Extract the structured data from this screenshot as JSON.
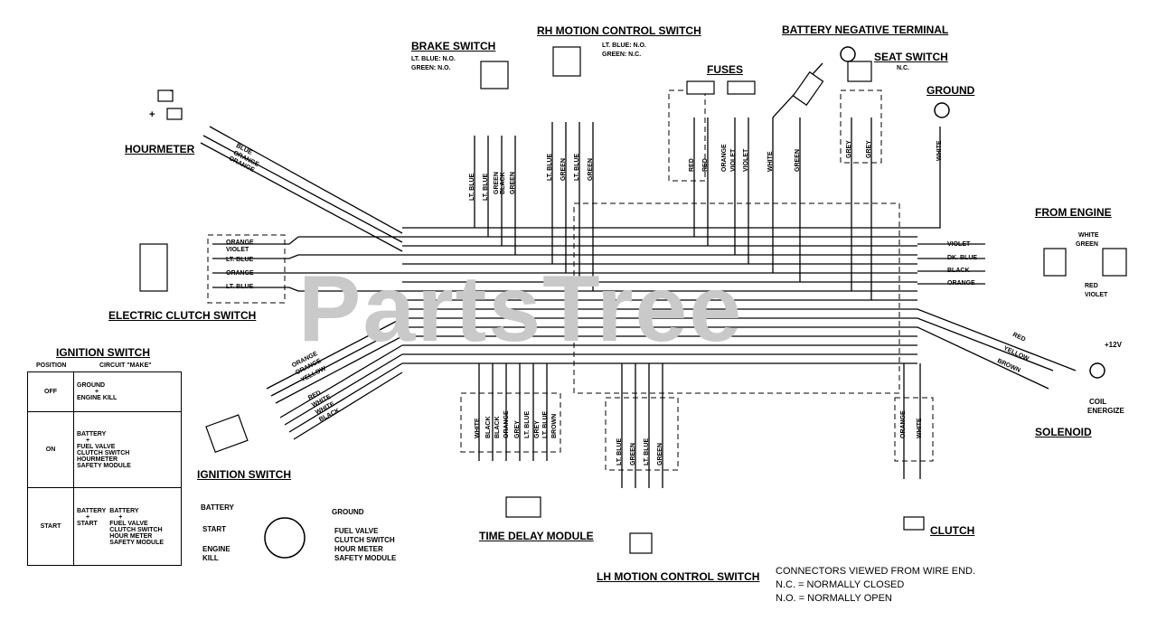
{
  "watermark": "PartsTree",
  "titles": {
    "brake_switch": "BRAKE SWITCH",
    "rh_motion_control_switch": "RH MOTION CONTROL SWITCH",
    "battery_negative_terminal": "BATTERY NEGATIVE TERMINAL",
    "fuses": "FUSES",
    "seat_switch": "SEAT SWITCH",
    "ground": "GROUND",
    "hourmeter": "HOURMETER",
    "from_engine": "FROM ENGINE",
    "electric_clutch_switch": "ELECTRIC CLUTCH SWITCH",
    "ignition_switch_table": "IGNITION SWITCH",
    "ignition_switch": "IGNITION SWITCH",
    "solenoid": "SOLENOID",
    "time_delay_module": "TIME DELAY MODULE",
    "clutch": "CLUTCH",
    "lh_motion_control_switch": "LH MOTION CONTROL SWITCH"
  },
  "brake_switch_notes": [
    "LT. BLUE: N.O.",
    "GREEN: N.O."
  ],
  "rh_switch_notes": [
    "LT. BLUE: N.O.",
    "GREEN: N.C."
  ],
  "seat_switch_note": "N.C.",
  "hourmeter_signs": [
    "-",
    "+"
  ],
  "hourmeter_wires": [
    "BLUE",
    "ORANGE",
    "ORANGE"
  ],
  "brake_wires": [
    "LT. BLUE",
    "LT. BLUE",
    "GREEN",
    "BLACK",
    "GREEN"
  ],
  "rh_wires": [
    "LT. BLUE",
    "GREEN",
    "LT. BLUE",
    "GREEN"
  ],
  "fuse_wires": [
    "RED",
    "RED",
    "ORANGE",
    "VIOLET",
    "VIOLET"
  ],
  "battery_neg_wires": [
    "WHITE",
    "GREEN"
  ],
  "seat_wires": [
    "GREY",
    "GREY"
  ],
  "ground_wire": "WHITE",
  "electric_clutch_wires": [
    "ORANGE",
    "VIOLET",
    "LT. BLUE",
    "ORANGE",
    "LT. BLUE"
  ],
  "engine_wires": [
    "VIOLET",
    "DK. BLUE",
    "BLACK",
    "ORANGE"
  ],
  "engine_connector_labels": [
    "WHITE",
    "GREEN",
    "RED",
    "VIOLET"
  ],
  "solenoid_wires": [
    "RED",
    "YELLOW",
    "BROWN"
  ],
  "solenoid_labels": [
    "+12V",
    "COIL",
    "ENERGIZE"
  ],
  "ignition_wires_upper": [
    "ORANGE",
    "ORANGE",
    "YELLOW"
  ],
  "ignition_wires_lower": [
    "RED",
    "WHITE",
    "WHITE",
    "BLACK"
  ],
  "tdm_wires": [
    "WHITE",
    "BLACK",
    "BLACK",
    "ORANGE",
    "GREY",
    "LT. BLUE",
    "GREY",
    "LT. BLUE",
    "BROWN"
  ],
  "lh_wires": [
    "LT. BLUE",
    "GREEN",
    "LT. BLUE",
    "GREEN"
  ],
  "clutch_wires": [
    "ORANGE",
    "WHITE"
  ],
  "ignition_table": {
    "headers": [
      "POSITION",
      "CIRCUIT \"MAKE\""
    ],
    "rows": [
      {
        "position": "OFF",
        "circuit": [
          "GROUND",
          "+",
          "ENGINE KILL"
        ]
      },
      {
        "position": "ON",
        "circuit": [
          "BATTERY",
          "+",
          "FUEL VALVE",
          "CLUTCH SWITCH",
          "HOURMETER",
          "SAFETY MODULE"
        ]
      },
      {
        "position": "START",
        "circuit_left": [
          "BATTERY",
          "+",
          "START"
        ],
        "circuit_right": [
          "BATTERY",
          "+",
          "FUEL VALVE",
          "CLUTCH SWITCH",
          "HOUR METER",
          "SAFETY MODULE"
        ]
      }
    ]
  },
  "key_switch_labels": {
    "battery": "BATTERY",
    "start": "START",
    "engine_kill": [
      "ENGINE",
      "KILL"
    ],
    "ground": "GROUND",
    "fuel": [
      "FUEL VALVE",
      "CLUTCH SWITCH",
      "HOUR METER",
      "SAFETY MODULE"
    ]
  },
  "legend": [
    "CONNECTORS VIEWED FROM WIRE END.",
    "N.C. = NORMALLY CLOSED",
    "N.O. = NORMALLY OPEN"
  ]
}
